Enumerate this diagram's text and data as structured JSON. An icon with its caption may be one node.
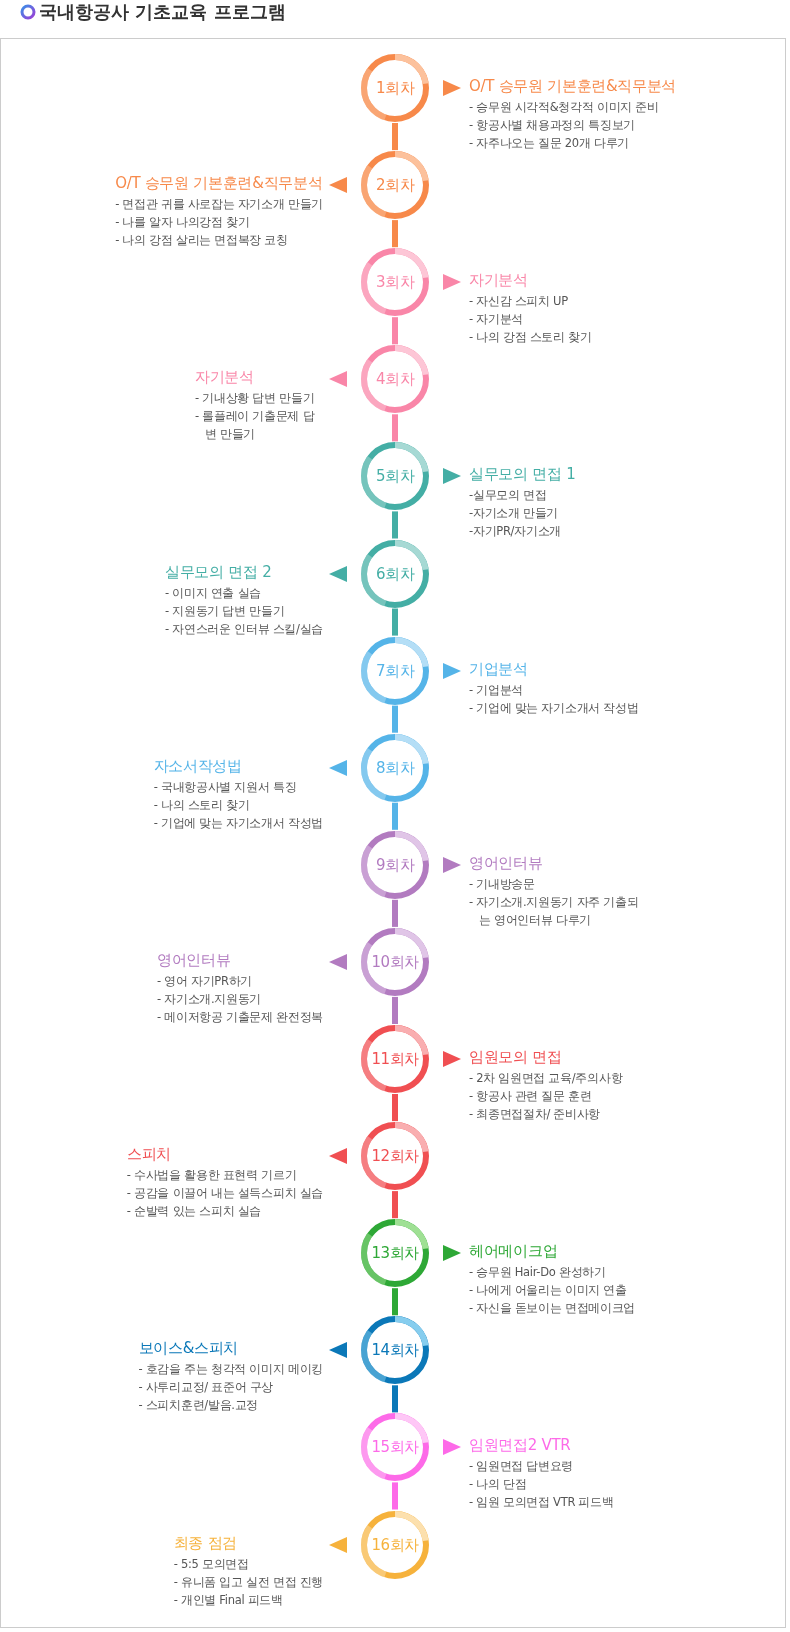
{
  "diagram": {
    "title": "국내항공사 기초교육 프로그램",
    "nodes": [
      {
        "text": [
          "1회차"
        ],
        "beside": [
          "O/T 승무원 기본훈련&직무분석",
          "- 승무원 시각적&청각적 이미지 준비",
          "- 항공사별 채용과정의 특징보기",
          "- 자주나오는 질문 20개 다루기"
        ]
      },
      {
        "text": [
          "2회차"
        ],
        "beside": [
          "O/T 승무원 기본훈련&직무분석",
          "- 면접관 귀를 사로잡는 자기소개 만들기",
          "- 나를 알자 나의강점 찾기",
          "- 나의 강점 살리는 면접복장 코칭"
        ]
      },
      {
        "text": [
          "3회차"
        ],
        "beside": [
          "자기분석",
          "- 자신감 스피치 UP",
          "- 자기분석",
          "- 나의 강점 스토리 찾기"
        ]
      },
      {
        "text": [
          "4회차"
        ],
        "beside": [
          "자기분석",
          "- 기내상황 답변 만들기",
          "- 롤플레이 기출문제 답변 만들기"
        ]
      },
      {
        "text": [
          "5회차"
        ],
        "beside": [
          "실무모의 면접 1",
          "-실무모의 면접",
          "-자기소개 만들기",
          "-자기PR/자기소개"
        ]
      },
      {
        "text": [
          "6회차"
        ],
        "beside": [
          "실무모의 면접 2",
          "- 이미지 연출 실습",
          "- 지원동기 답변 만들기",
          "- 자연스러운 인터뷰 스킬/실습"
        ]
      },
      {
        "text": [
          "7회차"
        ],
        "beside": [
          "기업분석",
          "- 기업분석",
          "- 기업에 맞는 자기소개서 작성법"
        ]
      },
      {
        "text": [
          "8회차"
        ],
        "beside": [
          "자소서작성법",
          "- 국내항공사별 지원서 특징",
          "- 나의 스토리 찾기",
          "- 기업에 맞는 자기소개서 작성법"
        ]
      },
      {
        "text": [
          "9회차"
        ],
        "beside": [
          "영어인터뷰",
          "- 기내방송문",
          "- 자기소개.지원동기 자주 기출되는 영어인터뷰 다루기"
        ]
      },
      {
        "text": [
          "10회차"
        ],
        "beside": [
          "영어인터뷰",
          "- 영어 자기PR하기",
          "- 자기소개.지원동기",
          "- 메이저항공 기출문제 완전정복"
        ]
      },
      {
        "text": [
          "11회차"
        ],
        "beside": [
          "임원모의 면접",
          "- 2차 임원면접 교육/주의사항",
          "- 항공사 관련 질문 훈련",
          "- 최종면접절차/ 준비사항"
        ]
      },
      {
        "text": [
          "12회차"
        ],
        "beside": [
          "스피치",
          "- 수사법을 활용한 표현력 기르기",
          "- 공감을 이끌어 내는 설득스피치 실습",
          "- 순발력 있는 스피치 실습"
        ]
      },
      {
        "text": [
          "13회차"
        ],
        "beside": [
          "헤어메이크업",
          "- 승무원 Hair-Do 완성하기",
          "- 나에게 어울리는 이미지 연출",
          "- 자신을 돋보이는 면접메이크업"
        ]
      },
      {
        "text": [
          "14회차"
        ],
        "beside": [
          "보이스&스피치",
          "- 호감을 주는 청각적 이미지 메이킹",
          "- 사투리교정/ 표준어 구상",
          "- 스피치훈련/발음.교정"
        ]
      },
      {
        "text": [
          "15회차"
        ],
        "beside": [
          "임원면접2 VTR",
          "- 임원면접 답변요령",
          "- 나의 단점",
          "- 임원 모의면접 VTR 피드백"
        ]
      },
      {
        "text": [
          "16회차"
        ],
        "beside": [
          "최종 점검",
          "- 5:5 모의면접",
          "- 유니폼 입고 실전 면접 진행",
          "- 개인별 Final 피드백"
        ]
      }
    ],
    "edges": [
      {
        "from": 0,
        "to": 1,
        "arrow": "none",
        "color": "#f7894a"
      },
      {
        "from": 1,
        "to": 2,
        "arrow": "none",
        "color": "#f7894a"
      },
      {
        "from": 2,
        "to": 3,
        "arrow": "none",
        "color": "#f986a8"
      },
      {
        "from": 3,
        "to": 4,
        "arrow": "none",
        "color": "#f986a8"
      },
      {
        "from": 4,
        "to": 5,
        "arrow": "none",
        "color": "#44aea5"
      },
      {
        "from": 5,
        "to": 6,
        "arrow": "none",
        "color": "#44aea5"
      },
      {
        "from": 6,
        "to": 7,
        "arrow": "none",
        "color": "#55b4e8"
      },
      {
        "from": 7,
        "to": 8,
        "arrow": "none",
        "color": "#55b4e8"
      },
      {
        "from": 8,
        "to": 9,
        "arrow": "none",
        "color": "#b27bc0"
      },
      {
        "from": 9,
        "to": 10,
        "arrow": "none",
        "color": "#b27bc0"
      },
      {
        "from": 10,
        "to": 11,
        "arrow": "none",
        "color": "#f04f52"
      },
      {
        "from": 11,
        "to": 12,
        "arrow": "none",
        "color": "#f04f52"
      },
      {
        "from": 12,
        "to": 13,
        "arrow": "none",
        "color": "#2ea836"
      },
      {
        "from": 13,
        "to": 14,
        "arrow": "none",
        "color": "#0b78b8"
      },
      {
        "from": 14,
        "to": 15,
        "arrow": "none",
        "color": "#fd6ae8"
      }
    ]
  }
}
